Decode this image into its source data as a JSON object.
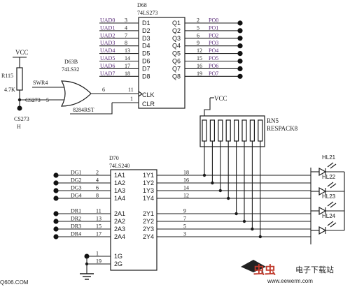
{
  "u68": {
    "ref": "D68",
    "part": "74LS273",
    "in_nets": [
      "UAD0",
      "UAD1",
      "UAD2",
      "UAD3",
      "UAD4",
      "UAD5",
      "UAD6",
      "UAD7"
    ],
    "in_pins": [
      "3",
      "4",
      "7",
      "8",
      "13",
      "14",
      "17",
      "18"
    ],
    "d_labels": [
      "D1",
      "D2",
      "D3",
      "D4",
      "D5",
      "D6",
      "D7",
      "D8"
    ],
    "q_labels": [
      "Q1",
      "Q2",
      "Q3",
      "Q4",
      "Q5",
      "Q6",
      "Q7",
      "Q8"
    ],
    "out_pins": [
      "2",
      "5",
      "6",
      "9",
      "12",
      "15",
      "16",
      "19"
    ],
    "out_nets": [
      "PO0",
      "PO1",
      "PO2",
      "PO3",
      "PO4",
      "PO5",
      "PO6",
      "PO7"
    ],
    "clk": "CLK",
    "clr": "CLR",
    "clk_pin": "11",
    "clr_pin": "1"
  },
  "gate": {
    "ref": "D63B",
    "part": "74LS32",
    "in_a": "SWR4",
    "in_b": "CS273",
    "in_b_pin": "5",
    "out_pin": "6"
  },
  "rst_net": "8284RST",
  "r115": {
    "vcc": "VCC",
    "ref": "R115",
    "value": "4.7K",
    "net": "CS273",
    "net2": "H"
  },
  "rn5": {
    "vcc": "VCC",
    "ref": "RN5",
    "part": "RESPACK8"
  },
  "u70": {
    "ref": "D70",
    "part": "74LS240",
    "in_nets": [
      "DG1",
      "DG2",
      "DG3",
      "DG4",
      "DR1",
      "DR2",
      "DR3",
      "DR4"
    ],
    "in_pins": [
      "2",
      "4",
      "6",
      "8",
      "11",
      "13",
      "15",
      "17"
    ],
    "a_labels": [
      "1A1",
      "1A2",
      "1A3",
      "1A4",
      "2A1",
      "2A2",
      "2A3",
      "2A4"
    ],
    "y_labels": [
      "1Y1",
      "1Y2",
      "1Y3",
      "1Y4",
      "2Y1",
      "2Y2",
      "2Y3",
      "2Y4"
    ],
    "out_pins": [
      "18",
      "16",
      "14",
      "12",
      "9",
      "7",
      "5",
      "3"
    ],
    "g_labels": [
      "1G",
      "2G"
    ],
    "g_pins": [
      "1",
      "19"
    ]
  },
  "leds": [
    "HL21",
    "HL22",
    "HL23",
    "HL24"
  ],
  "watermark": {
    "left": "Q606.COM",
    "cn_big": "虫虫",
    "cn": "电子下载站",
    "url": "www.eewerm.com"
  }
}
